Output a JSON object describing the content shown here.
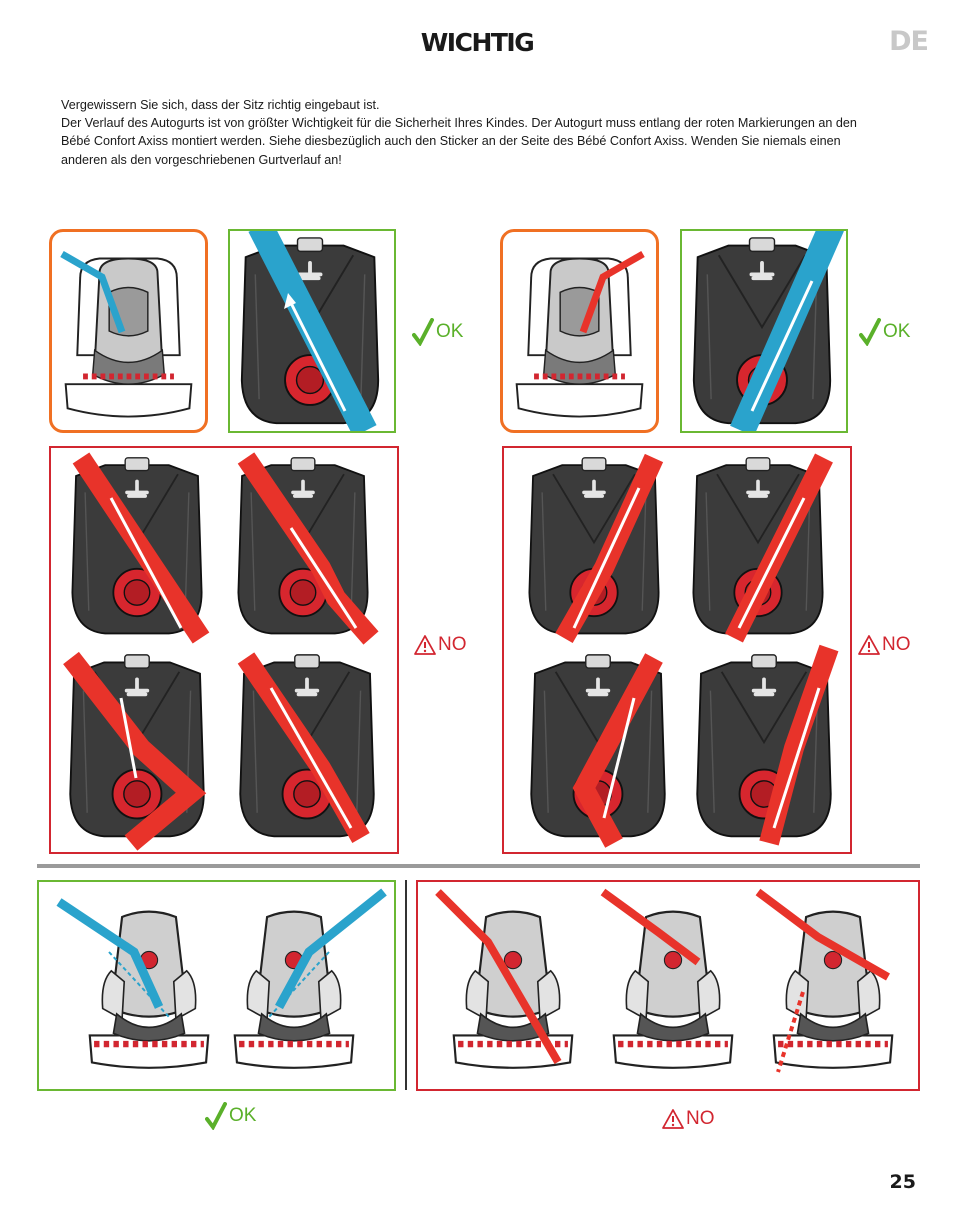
{
  "header": {
    "title": "WICHTIG",
    "language": "DE"
  },
  "intro": {
    "line1": "Vergewissern Sie sich, dass der Sitz richtig eingebaut ist.",
    "line2": "Der Verlauf des Autogurts ist von größter Wichtigkeit für die Sicherheit Ihres Kindes. Der Autogurt muss entlang der roten Markierungen an den Bébé Confort Axiss montiert werden. Siehe diesbezüglich auch den Sticker an der Seite des Bébé Confort Axiss. Wenden Sie niemals einen anderen als den vorgeschriebenen Gurtverlauf an!"
  },
  "labels": {
    "ok": "OK",
    "no": "NO"
  },
  "colors": {
    "ok_green": "#5ab02a",
    "warning_red": "#d22630",
    "highlight_orange": "#f07023",
    "correct_belt_blue": "#2aa3cc",
    "wrong_belt_red": "#e8332a",
    "seat_dark": "#3a3a3a"
  },
  "icons": {
    "ok": "checkmark-icon",
    "no": "warning-triangle-icon"
  },
  "footer": {
    "page_number": "25"
  }
}
